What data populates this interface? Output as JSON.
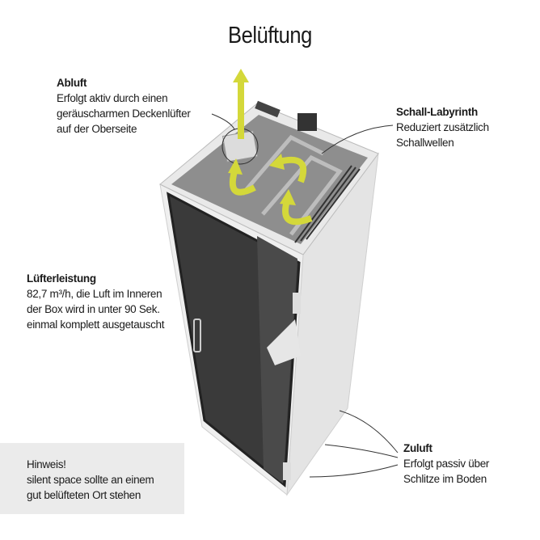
{
  "title": "Belüftung",
  "abluft": {
    "heading": "Abluft",
    "lines": [
      "Erfolgt aktiv durch einen",
      "geräuscharmen Deckenlüfter",
      "auf der Oberseite"
    ]
  },
  "schall": {
    "heading": "Schall-Labyrinth",
    "lines": [
      "Reduziert zusätzlich",
      "Schallwellen"
    ]
  },
  "leistung": {
    "heading": "Lüfterleistung",
    "lines": [
      "82,7 m³/h, die Luft im Inneren",
      "der Box wird in unter 90 Sek.",
      "einmal komplett ausgetauscht"
    ]
  },
  "zuluft": {
    "heading": "Zuluft",
    "lines": [
      "Erfolgt passiv über",
      "Schlitze im Boden"
    ]
  },
  "hinweis": {
    "heading": "Hinweis!",
    "lines": [
      "silent space sollte an einem",
      "gut belüfteten Ort stehen"
    ]
  },
  "colors": {
    "arrow": "#d4d83a",
    "felt": "#8a8a8a",
    "frame": "#e8e8e8",
    "hint_bg": "#ebebeb"
  }
}
